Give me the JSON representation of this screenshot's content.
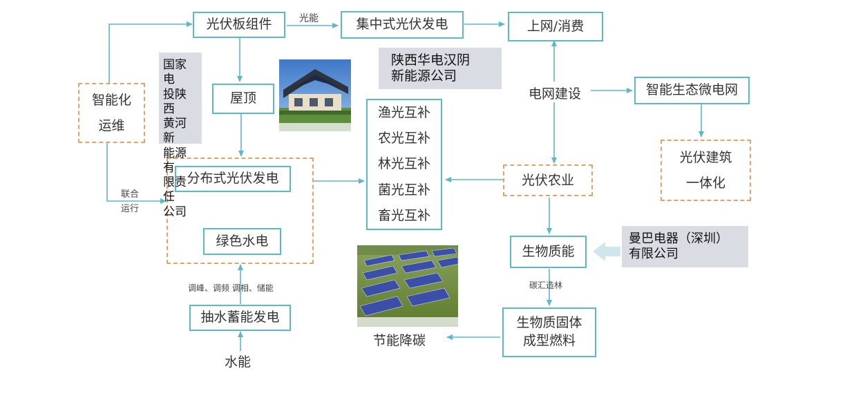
{
  "nodes": {
    "pv_modules": "光伏板组件",
    "central_pv": "集中式光伏发电",
    "grid_consume": "上网/消费",
    "rooftop": "屋顶",
    "distributed_pv": "分布式光伏发电",
    "green_hydro": "绿色水电",
    "pumped_storage": "抽水蓄能发电",
    "water_energy": "水能",
    "smart_om": [
      "智能化",
      "运维"
    ],
    "grid_construction": "电网建设",
    "smart_microgrid": "智能生态微电网",
    "pv_building": [
      "光伏建筑",
      "一体化"
    ],
    "pv_agriculture": "光伏农业",
    "complementary": [
      "渔光互补",
      "农光互补",
      "林光互补",
      "菌光互补",
      "畜光互补"
    ],
    "biomass": "生物质能",
    "biomass_fuel": [
      "生物质固体",
      "成型燃料"
    ],
    "energy_saving": "节能降碳"
  },
  "companies": {
    "spic_shaanxi": [
      "国家电",
      "投陕西",
      "黄河新",
      "能源有",
      "限责任",
      "公司"
    ],
    "huadian_hanyin": [
      "陕西华电汉阴",
      "新能源公司"
    ],
    "manba": [
      "曼巴电器（深圳）",
      "有限公司"
    ]
  },
  "edge_labels": {
    "solar_energy": "光能",
    "joint_operation": [
      "联合",
      "运行"
    ],
    "regulation": "调峰、调频 调相、储能",
    "carbon_sink": "碳汇造林"
  },
  "colors": {
    "box_border": "#5bb8c9",
    "arrow": "#5bb8c9",
    "dashed_border": "#e0a36a",
    "company_bg": "#d9dde3"
  }
}
